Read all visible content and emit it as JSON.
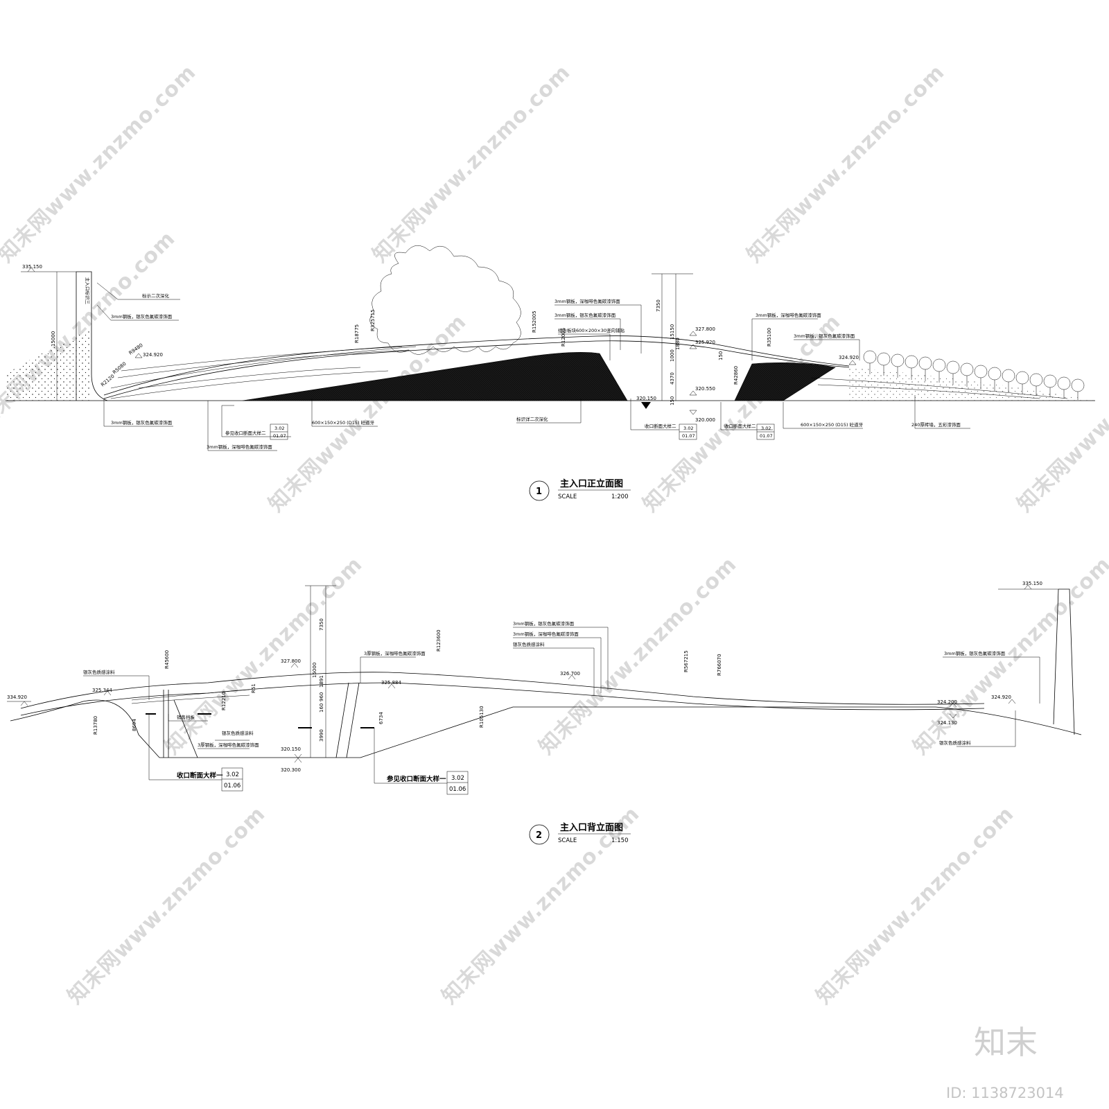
{
  "drawing1": {
    "number": "1",
    "title": "主入口正立面图",
    "scale_word": "SCALE",
    "scale_value": "1:200",
    "elevations": [
      "335.150",
      "324.920",
      "327.800",
      "325.920",
      "320.550",
      "320.150",
      "320.000",
      "324.920"
    ],
    "dimensions": [
      "15000",
      "7350",
      "15150",
      "1880",
      "1000",
      "4370",
      "150",
      "150",
      "150"
    ],
    "radii": [
      "R9480",
      "R2120",
      "R5080",
      "R18775",
      "R325715",
      "R152005",
      "R12005",
      "R35100",
      "R42860"
    ],
    "sign_text": "主入口标识三",
    "labels": {
      "sign_note": "标示二次深化",
      "steel_silver_top": "3mm钢板，银灰色氟碳漆饰面",
      "steel_brown_top": "3mm钢板，深咖啡色氟碳漆饰面",
      "steel_silver_2": "3mm钢板，银灰色氟碳漆饰面",
      "panel": "组合板块600×200×30竖向铺贴",
      "steel_brown_right": "3mm钢板，深咖啡色氟碳漆饰面",
      "steel_silver_right": "3mm钢板，银灰色氟碳漆饰面",
      "steel_silver_bottom": "3mm钢板，银灰色氟碳漆饰面",
      "ref_section": "参见收口断面大样二",
      "curb_left": "600×150×250 (D15) 砼道牙",
      "sign_note_bottom": "标识详二次深化",
      "steel_brown_bottom": "3mm钢板，深咖啡色氟碳漆饰面",
      "section_a": "收口断面大样二",
      "section_b": "收口断面大样二",
      "curb_right": "600×150×250 (D15) 砼道牙",
      "brick": "240厚砖墙，五彩漆饰面"
    },
    "refs": [
      {
        "top": "3.02",
        "bottom": "01.07"
      },
      {
        "top": "3.02",
        "bottom": "01.07"
      },
      {
        "top": "3.02",
        "bottom": "01.07"
      }
    ]
  },
  "drawing2": {
    "number": "2",
    "title": "主入口背立面图",
    "scale_word": "SCALE",
    "scale_value": "1:150",
    "elevations": [
      "335.150",
      "334.920",
      "325.344",
      "327.800",
      "325.884",
      "326.700",
      "324.200",
      "324.920",
      "324.130",
      "320.150",
      "320.300"
    ],
    "dimensions": [
      "7350",
      "15000",
      "1891",
      "960",
      "160",
      "3990",
      "8694",
      "6734"
    ],
    "radii": [
      "R45600",
      "R123600",
      "R567215",
      "R766070",
      "R105130",
      "R13780",
      "R12210",
      "R51"
    ],
    "labels": {
      "coating_left": "银灰色质感涂料",
      "brown_3mm": "3厚钢板，深咖啡色氟碳漆饰面",
      "silver_3mm_a": "3mm钢板，银灰色氟碳漆饰面",
      "brown_3mm_b": "3mm钢板，深咖啡色氟碳漆饰面",
      "coating_mid": "银灰色质感涂料",
      "silver_right": "3mm钢板，银灰色氟碳漆饰面",
      "ticket": "销售挡板",
      "coating_inner": "银灰色质感涂料",
      "brown_inner": "3厚钢板，深咖啡色氟碳漆饰面",
      "coating_right": "银灰色质感涂料",
      "section_a": "收口断面大样一",
      "section_b": "参见收口断面大样一"
    },
    "refs": [
      {
        "top": "3.02",
        "bottom": "01.06"
      },
      {
        "top": "3.02",
        "bottom": "01.06"
      }
    ]
  },
  "watermark": {
    "text": "知末网www.znzmo.com",
    "brand": "知末",
    "id": "ID: 1138723014"
  }
}
